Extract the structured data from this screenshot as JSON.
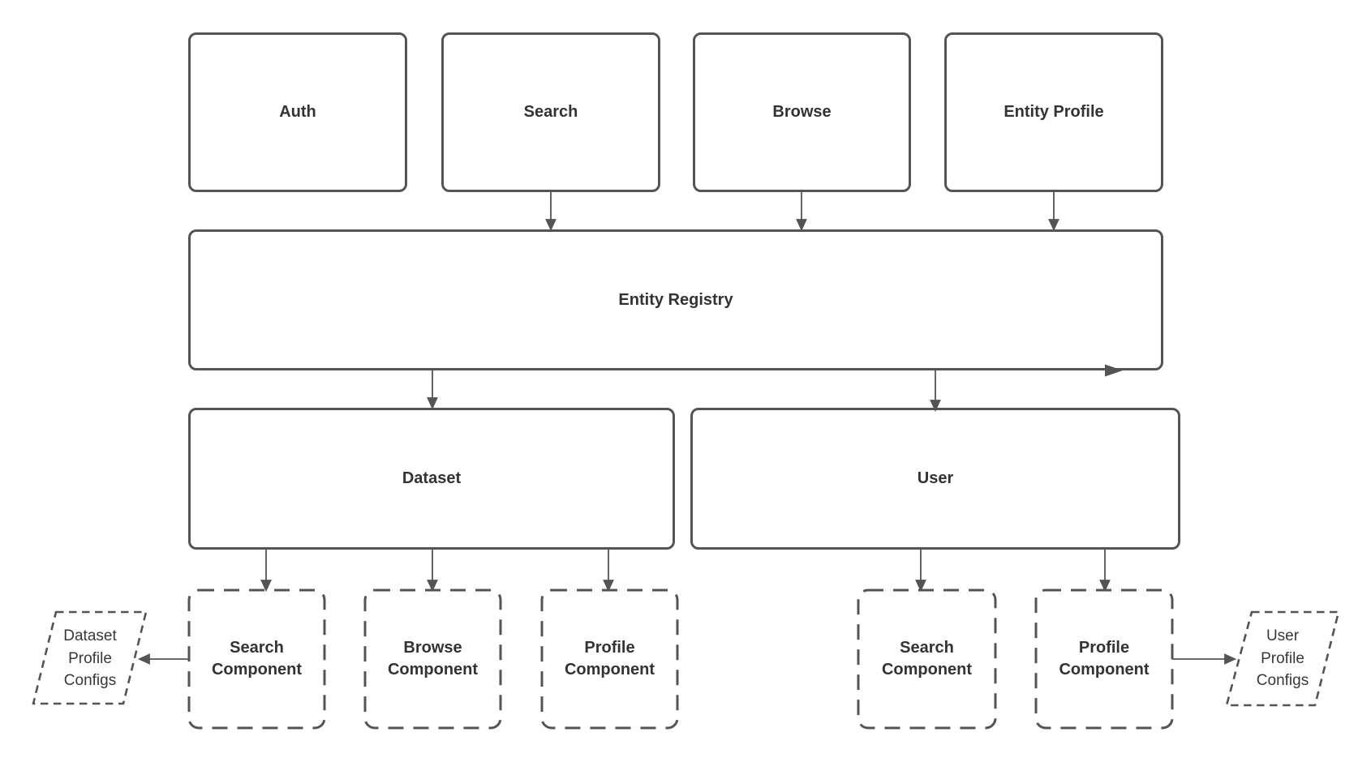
{
  "diagram": {
    "colors": {
      "stroke": "#545454",
      "text": "#333333",
      "background": "#ffffff"
    },
    "nodes": {
      "auth": {
        "label": "Auth",
        "style": "solid"
      },
      "search": {
        "label": "Search",
        "style": "solid"
      },
      "browse": {
        "label": "Browse",
        "style": "solid"
      },
      "entity_profile": {
        "label": "Entity Profile",
        "style": "solid"
      },
      "entity_registry": {
        "label": "Entity Registry",
        "style": "solid"
      },
      "dataset": {
        "label": "Dataset",
        "style": "solid"
      },
      "user": {
        "label": "User",
        "style": "solid"
      },
      "dataset_search_component": {
        "label": "Search Component",
        "style": "dashed"
      },
      "dataset_browse_component": {
        "label": "Browse Component",
        "style": "dashed"
      },
      "dataset_profile_component": {
        "label": "Profile Component",
        "style": "dashed"
      },
      "user_search_component": {
        "label": "Search Component",
        "style": "dashed"
      },
      "user_profile_component": {
        "label": "Profile Component",
        "style": "dashed"
      },
      "dataset_profile_configs": {
        "lines": [
          "Dataset",
          "Profile",
          "Configs"
        ],
        "style": "dashed-parallelogram"
      },
      "user_profile_configs": {
        "lines": [
          "User",
          "Profile",
          "Configs"
        ],
        "style": "dashed-parallelogram"
      }
    },
    "edges": [
      {
        "from": "search",
        "to": "entity_registry"
      },
      {
        "from": "browse",
        "to": "entity_registry"
      },
      {
        "from": "entity_profile",
        "to": "entity_registry"
      },
      {
        "from": "entity_registry",
        "to": "dataset"
      },
      {
        "from": "entity_registry",
        "to": "user"
      },
      {
        "from": "entity_registry",
        "to": "right-of-bottom-edge"
      },
      {
        "from": "dataset",
        "to": "dataset_search_component"
      },
      {
        "from": "dataset",
        "to": "dataset_browse_component"
      },
      {
        "from": "dataset",
        "to": "dataset_profile_component"
      },
      {
        "from": "user",
        "to": "user_search_component"
      },
      {
        "from": "user",
        "to": "user_profile_component"
      },
      {
        "from": "dataset_search_component",
        "to": "dataset_profile_configs"
      },
      {
        "from": "user_profile_component",
        "to": "user_profile_configs"
      }
    ]
  }
}
